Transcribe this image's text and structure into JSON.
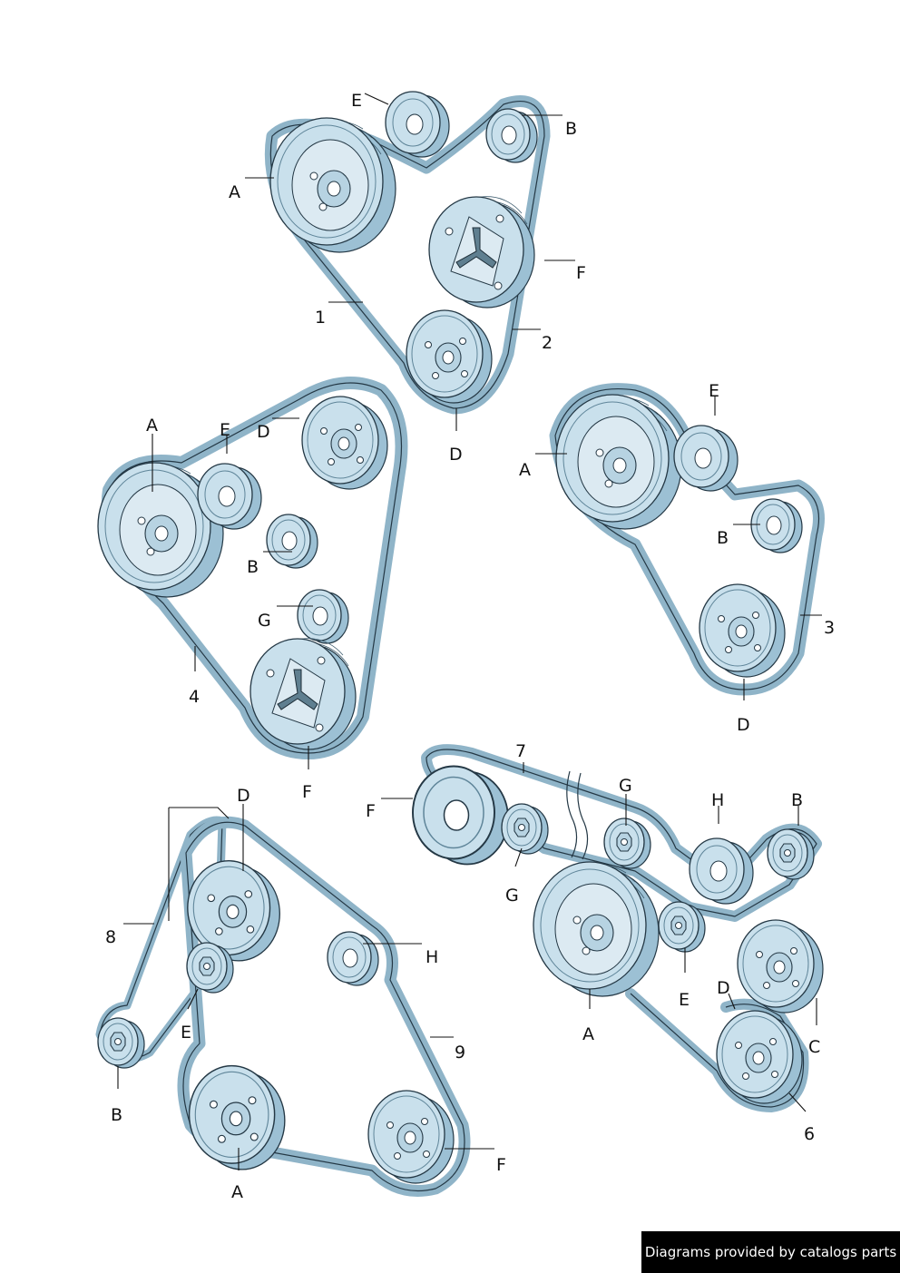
{
  "credit": "Diagrams provided by catalogs parts",
  "groups": [
    {
      "id": "g1",
      "belt_number": "1",
      "belt_number_2": "2",
      "labels": {
        "A": "A",
        "E": "E",
        "B": "B",
        "F": "F",
        "D": "D"
      }
    },
    {
      "id": "g4",
      "belt_number": "4",
      "labels": {
        "A": "A",
        "E": "E",
        "D": "D",
        "B": "B",
        "G": "G",
        "F": "F"
      }
    },
    {
      "id": "g3",
      "belt_number": "3",
      "labels": {
        "E": "E",
        "A": "A",
        "B": "B",
        "D": "D"
      }
    },
    {
      "id": "g89",
      "belt_number": "8",
      "belt_number_2": "9",
      "labels": {
        "D": "D",
        "H": "H",
        "E": "E",
        "B": "B",
        "A": "A",
        "F": "F"
      }
    },
    {
      "id": "g76",
      "belt_number": "7",
      "belt_number_2": "6",
      "labels": {
        "G1": "G",
        "H": "H",
        "B": "B",
        "F": "F",
        "G2": "G",
        "E": "E",
        "D": "D",
        "A": "A",
        "C": "C"
      }
    }
  ]
}
